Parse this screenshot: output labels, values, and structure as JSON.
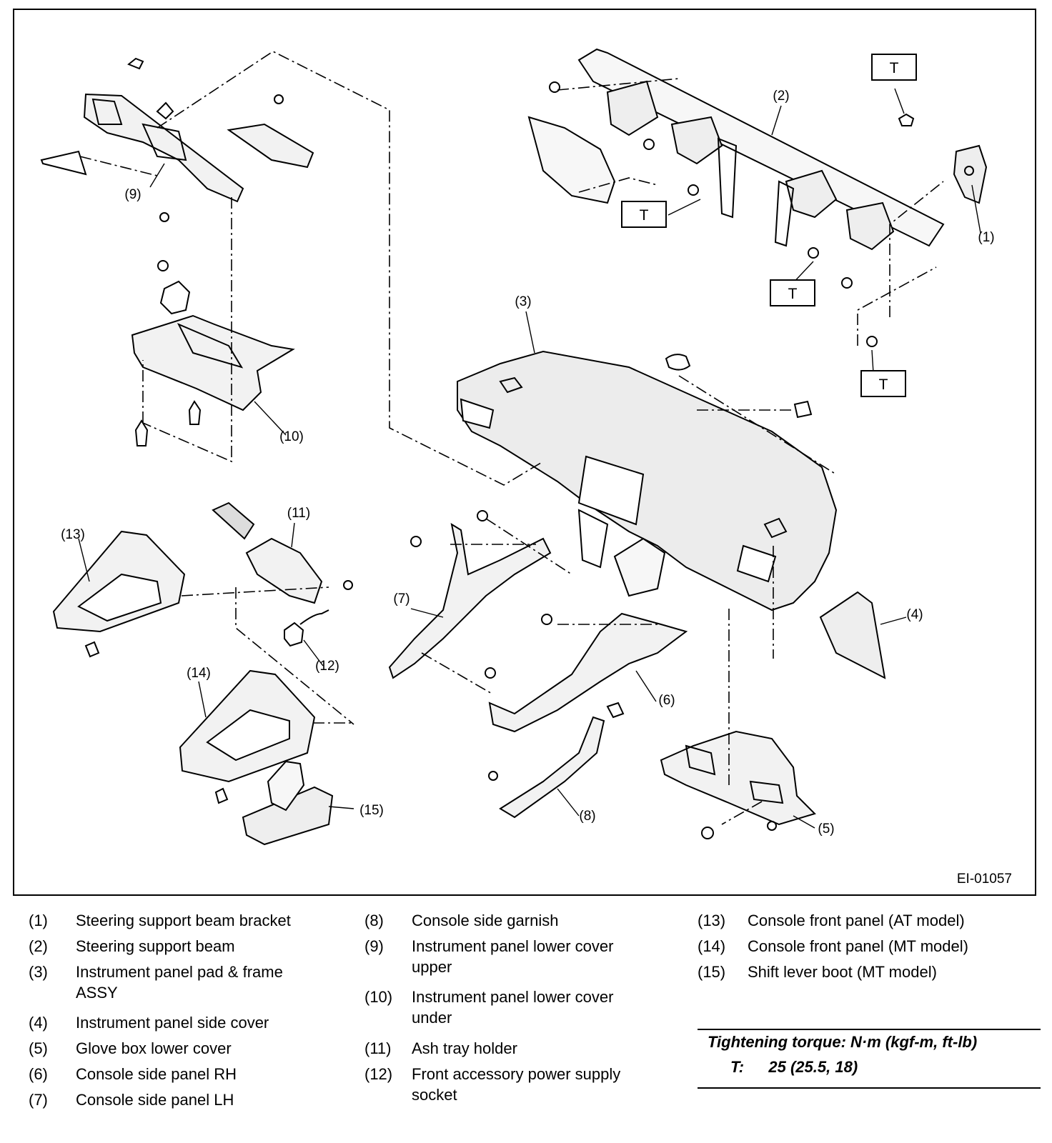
{
  "figure_id": "EI-01057",
  "callouts": [
    "(1)",
    "(2)",
    "(3)",
    "(4)",
    "(5)",
    "(6)",
    "(7)",
    "(8)",
    "(9)",
    "(10)",
    "(11)",
    "(12)",
    "(13)",
    "(14)",
    "(15)"
  ],
  "torque_mark": "T",
  "legend": [
    {
      "num": "(1)",
      "text": "Steering support beam bracket"
    },
    {
      "num": "(2)",
      "text": "Steering support beam"
    },
    {
      "num": "(3)",
      "text": "Instrument panel pad & frame",
      "text2": "ASSY"
    },
    {
      "num": "(4)",
      "text": "Instrument panel side cover"
    },
    {
      "num": "(5)",
      "text": "Glove box lower cover"
    },
    {
      "num": "(6)",
      "text": "Console side panel RH"
    },
    {
      "num": "(7)",
      "text": "Console side panel LH"
    },
    {
      "num": "(8)",
      "text": "Console side garnish"
    },
    {
      "num": "(9)",
      "text": "Instrument panel lower cover",
      "text2": "upper"
    },
    {
      "num": "(10)",
      "text": "Instrument panel lower cover",
      "text2": "under"
    },
    {
      "num": "(11)",
      "text": "Ash tray holder"
    },
    {
      "num": "(12)",
      "text": "Front accessory power supply",
      "text2": "socket"
    },
    {
      "num": "(13)",
      "text": "Console front panel (AT model)"
    },
    {
      "num": "(14)",
      "text": "Console front panel (MT model)"
    },
    {
      "num": "(15)",
      "text": "Shift lever boot (MT model)"
    }
  ],
  "torque": {
    "title": "Tightening torque: N·m (kgf-m, ft-lb)",
    "mark": "T:",
    "value": "25 (25.5, 18)"
  }
}
